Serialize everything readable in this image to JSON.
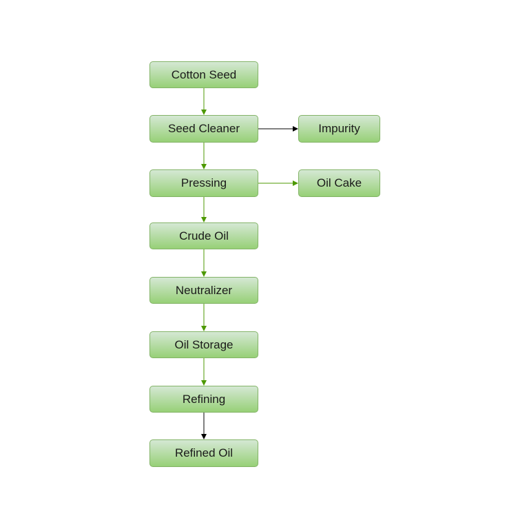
{
  "nodes": {
    "cotton_seed": "Cotton Seed",
    "seed_cleaner": "Seed Cleaner",
    "impurity": "Impurity",
    "pressing": "Pressing",
    "oil_cake": "Oil Cake",
    "crude_oil": "Crude Oil",
    "neutralizer": "Neutralizer",
    "oil_storage": "Oil Storage",
    "refining": "Refining",
    "refined_oil": "Refined Oil"
  },
  "colors": {
    "node_fill_top": "#d5e8d4",
    "node_fill_bottom": "#97d077",
    "node_border": "#82b366",
    "edge_green": "#4d9900",
    "edge_black": "#000000"
  }
}
